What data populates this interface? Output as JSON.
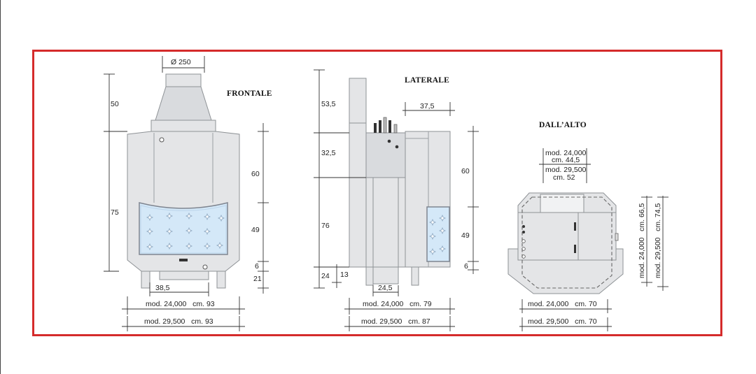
{
  "views": {
    "frontale": {
      "title": "FRONTALE",
      "flue_diameter": "Ø 250",
      "heights_left": [
        "50",
        "75"
      ],
      "heights_right": [
        "60",
        "49",
        "6",
        "21"
      ],
      "base_width": "38,5",
      "widths": [
        "mod. 24,000   cm. 93",
        "mod. 29,500   cm. 93"
      ]
    },
    "laterale": {
      "title": "LATERALE",
      "heights_left": [
        "53,5",
        "32,5",
        "76",
        "24",
        "13"
      ],
      "top_width": "37,5",
      "heights_right": [
        "60",
        "49",
        "6"
      ],
      "base_width": "24,5",
      "widths": [
        "mod. 24,000   cm. 79",
        "mod. 29,500   cm. 87"
      ]
    },
    "dall_alto": {
      "title": "DALL’ALTO",
      "flue_dims": [
        {
          "mod": "mod. 24,000",
          "cm": "cm. 44,5"
        },
        {
          "mod": "mod. 29,500",
          "cm": "cm. 52"
        }
      ],
      "depth_dims": [
        "mod. 24,000   cm. 66,5",
        "mod. 29,500   cm. 74,5"
      ],
      "widths": [
        "mod. 24,000   cm. 70",
        "mod. 29,500   cm. 70"
      ]
    }
  },
  "colors": {
    "frame": "#d52b2b",
    "body": "#e4e5e7",
    "glass": "#d4e8f8"
  }
}
